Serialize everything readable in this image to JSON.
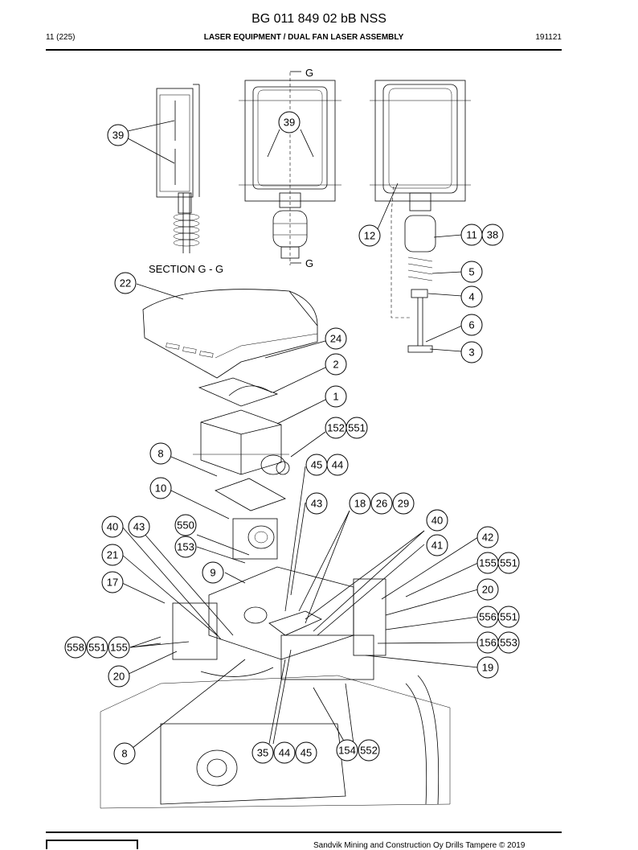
{
  "header": {
    "doc_code": "BG 011 849 02 bB NSS",
    "page_ref": "11 (225)",
    "title": "LASER EQUIPMENT / DUAL FAN LASER ASSEMBLY",
    "date_code": "191121"
  },
  "drawing": {
    "section_mark": "G",
    "section_label": "SECTION G - G",
    "callouts": [
      "39",
      "39",
      "12",
      "11",
      "38",
      "5",
      "4",
      "6",
      "3",
      "22",
      "24",
      "2",
      "1",
      "152",
      "551",
      "8",
      "45",
      "44",
      "10",
      "43",
      "18",
      "26",
      "29",
      "40",
      "43",
      "550",
      "40",
      "41",
      "153",
      "42",
      "21",
      "9",
      "155",
      "551",
      "17",
      "20",
      "556",
      "551",
      "558",
      "551",
      "155",
      "156",
      "553",
      "19",
      "20",
      "8",
      "35",
      "44",
      "45",
      "154",
      "552"
    ]
  },
  "footer": {
    "copyright": "Sandvik Mining and Construction Oy Drills Tampere © 2019"
  }
}
